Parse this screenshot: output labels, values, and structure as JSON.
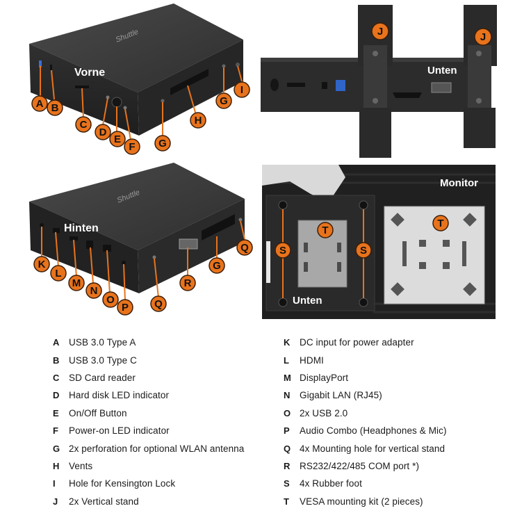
{
  "panels": {
    "front": {
      "label": "Vorne",
      "brand": "Shuttle"
    },
    "side": {
      "label": "Unten"
    },
    "back": {
      "label": "Hinten",
      "brand": "Shuttle"
    },
    "mount": {
      "label_bottom": "Unten",
      "label_monitor": "Monitor"
    }
  },
  "callouts": {
    "A": "A",
    "B": "B",
    "C": "C",
    "D": "D",
    "E": "E",
    "F": "F",
    "G": "G",
    "H": "H",
    "I": "I",
    "J": "J",
    "K": "K",
    "L": "L",
    "M": "M",
    "N": "N",
    "O": "O",
    "P": "P",
    "Q": "Q",
    "R": "R",
    "S": "S",
    "T": "T"
  },
  "legend": {
    "left": [
      {
        "key": "A",
        "text": "USB 3.0 Type A"
      },
      {
        "key": "B",
        "text": "USB 3.0 Type C"
      },
      {
        "key": "C",
        "text": "SD Card reader"
      },
      {
        "key": "D",
        "text": "Hard disk LED indicator"
      },
      {
        "key": "E",
        "text": "On/Off Button"
      },
      {
        "key": "F",
        "text": "Power-on LED indicator"
      },
      {
        "key": "G",
        "text": "2x perforation for optional WLAN antenna"
      },
      {
        "key": "H",
        "text": "Vents"
      },
      {
        "key": "I",
        "text": "Hole for Kensington Lock"
      },
      {
        "key": "J",
        "text": "2x Vertical stand"
      }
    ],
    "right": [
      {
        "key": "K",
        "text": "DC input for power adapter"
      },
      {
        "key": "L",
        "text": "HDMI"
      },
      {
        "key": "M",
        "text": "DisplayPort"
      },
      {
        "key": "N",
        "text": "Gigabit LAN (RJ45)"
      },
      {
        "key": "O",
        "text": "2x USB 2.0"
      },
      {
        "key": "P",
        "text": "Audio Combo (Headphones & Mic)"
      },
      {
        "key": "Q",
        "text": "4x Mounting hole for vertical stand"
      },
      {
        "key": "R",
        "text": "RS232/422/485 COM port *)"
      },
      {
        "key": "S",
        "text": "4x Rubber foot"
      },
      {
        "key": "T",
        "text": "VESA mounting kit (2 pieces)"
      }
    ]
  },
  "colors": {
    "callout_fill": "#e8731c",
    "callout_stroke": "#3a1e0a",
    "leader": "#e8731c",
    "device_dark": "#2b2b2b",
    "device_top": "#3c3c3c",
    "text": "#1a1a1a"
  }
}
